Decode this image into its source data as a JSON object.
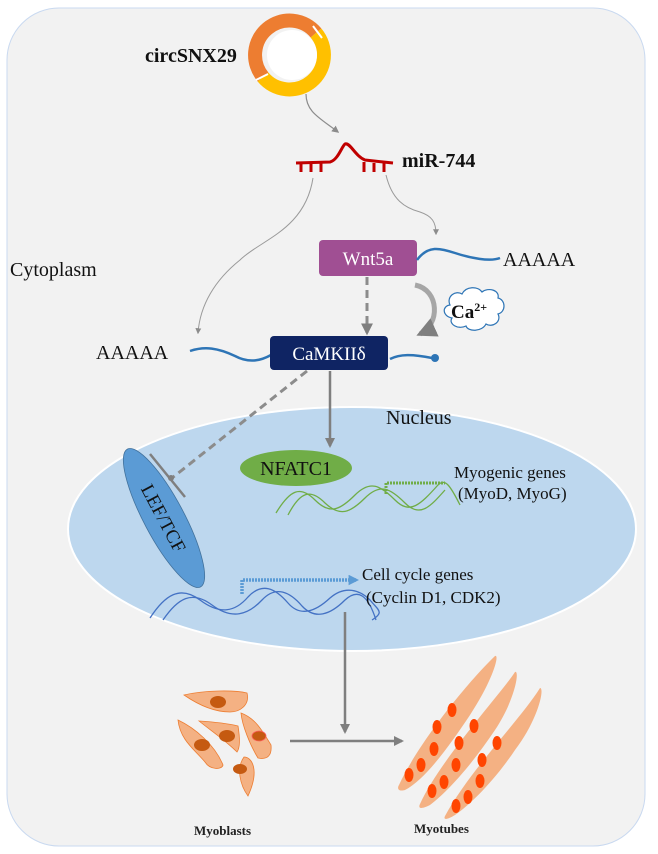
{
  "diagram": {
    "title": "circSNX29 / miR-744 / Wnt5a-CaMKIIδ signaling in myoblast differentiation",
    "compartments": {
      "cytoplasm": "Cytoplasm",
      "nucleus": "Nucleus"
    },
    "nodes": {
      "circrna": {
        "label": "circSNX29",
        "colors": [
          "#ed7d31",
          "#ffc000"
        ]
      },
      "mirna": {
        "label": "miR-744",
        "color": "#c00000"
      },
      "wnt5a": {
        "label": "Wnt5a",
        "color": "#a04f93"
      },
      "wnt5a_polya": "AAAAA",
      "camkii": {
        "label": "CaMKIIδ",
        "color": "#0f2463"
      },
      "camkii_polya": "AAAAA",
      "calcium": {
        "base": "Ca",
        "charge": "2+"
      },
      "nfatc1": {
        "label": "NFATC1",
        "color": "#70ad47"
      },
      "leftcf": {
        "label": "LEF/TCF",
        "color": "#5b9bd5"
      },
      "myogenic_genes": {
        "line1": "Myogenic genes",
        "line2": "(MyoD, MyoG)"
      },
      "cell_cycle_genes": {
        "line1": "Cell cycle genes",
        "line2": "(Cyclin D1, CDK2)"
      },
      "myoblasts": {
        "label": "Myoblasts"
      },
      "myotubes": {
        "label": "Myotubes"
      }
    },
    "edges": [
      {
        "from": "circSNX29",
        "to": "miR-744",
        "type": "sponge-arrow"
      },
      {
        "from": "miR-744",
        "to": "Wnt5a",
        "type": "target-arrow"
      },
      {
        "from": "miR-744",
        "to": "CaMKIIδ",
        "type": "target-arrow"
      },
      {
        "from": "Wnt5a",
        "to": "CaMKIIδ",
        "type": "dashed-activation"
      },
      {
        "from": "Ca2+",
        "to": "CaMKIIδ",
        "type": "curved-activation"
      },
      {
        "from": "CaMKIIδ",
        "to": "NFATC1",
        "type": "activation"
      },
      {
        "from": "CaMKIIδ",
        "to": "LEF/TCF",
        "type": "dashed-inhibition"
      },
      {
        "from": "NFATC1",
        "to": "Myogenic genes",
        "type": "transcription"
      },
      {
        "from": "LEF/TCF",
        "to": "Cell cycle genes",
        "type": "transcription"
      },
      {
        "from": "Cell cycle genes",
        "to": "Myotubes",
        "type": "activation"
      },
      {
        "from": "Myoblasts",
        "to": "Myotubes",
        "type": "differentiation"
      }
    ],
    "colors": {
      "background": "#f2f2f2",
      "nucleus": "#bdd7ee",
      "mrna_tail": "#2e75b6",
      "arrow_gray": "#7f7f7f",
      "myoblast_fill": "#f4b183",
      "myoblast_nucleus": "#c55a11",
      "myotube_fill": "#f4b183",
      "myotube_nucleus": "#ff4500",
      "dna_blue": "#4472c4",
      "dna_green": "#70ad47"
    }
  }
}
